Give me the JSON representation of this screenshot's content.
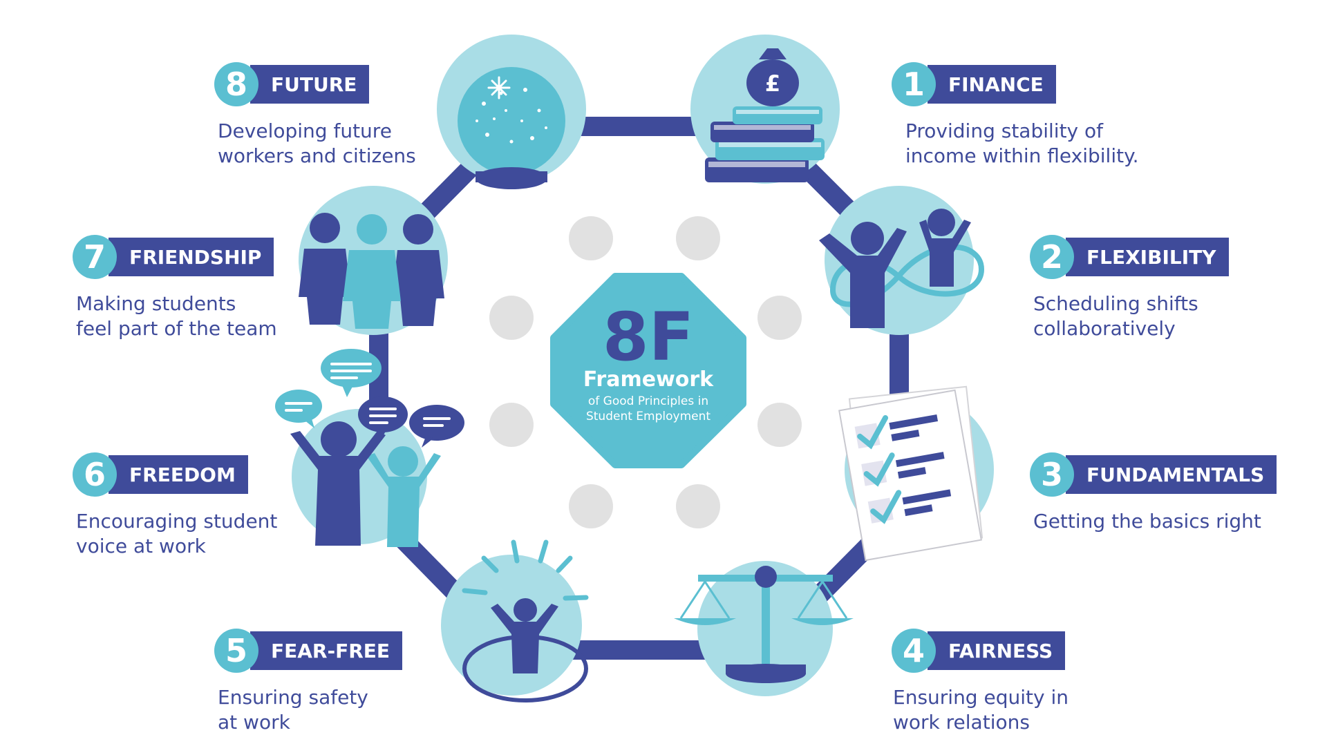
{
  "center": {
    "big": "8F",
    "title": "Framework",
    "subtitle": "of Good Principles in\nStudent Employment"
  },
  "principles": [
    {
      "number": "1",
      "title": "FINANCE",
      "desc": "Providing stability of\nincome within flexibility.",
      "icon": "money-bag-books-icon"
    },
    {
      "number": "2",
      "title": "FLEXIBILITY",
      "desc": "Scheduling shifts\ncollaboratively",
      "icon": "people-infinity-icon"
    },
    {
      "number": "3",
      "title": "FUNDAMENTALS",
      "desc": "Getting the basics right",
      "icon": "checklist-icon"
    },
    {
      "number": "4",
      "title": "FAIRNESS",
      "desc": "Ensuring equity in\nwork relations",
      "icon": "scales-icon"
    },
    {
      "number": "5",
      "title": "FEAR-FREE",
      "desc": "Ensuring safety\nat work",
      "icon": "safe-person-icon"
    },
    {
      "number": "6",
      "title": "FREEDOM",
      "desc": "Encouraging student\nvoice at work",
      "icon": "speech-bubbles-icon"
    },
    {
      "number": "7",
      "title": "FRIENDSHIP",
      "desc": "Making students\nfeel part of the team",
      "icon": "group-people-icon"
    },
    {
      "number": "8",
      "title": "FUTURE",
      "desc": "Developing future\nworkers and citizens",
      "icon": "crystal-ball-icon"
    }
  ],
  "colors": {
    "navy": "#3f4b9a",
    "teal": "#5bbfd1",
    "light_teal": "#a9dde6",
    "grey_dot": "#e1e1e1"
  }
}
